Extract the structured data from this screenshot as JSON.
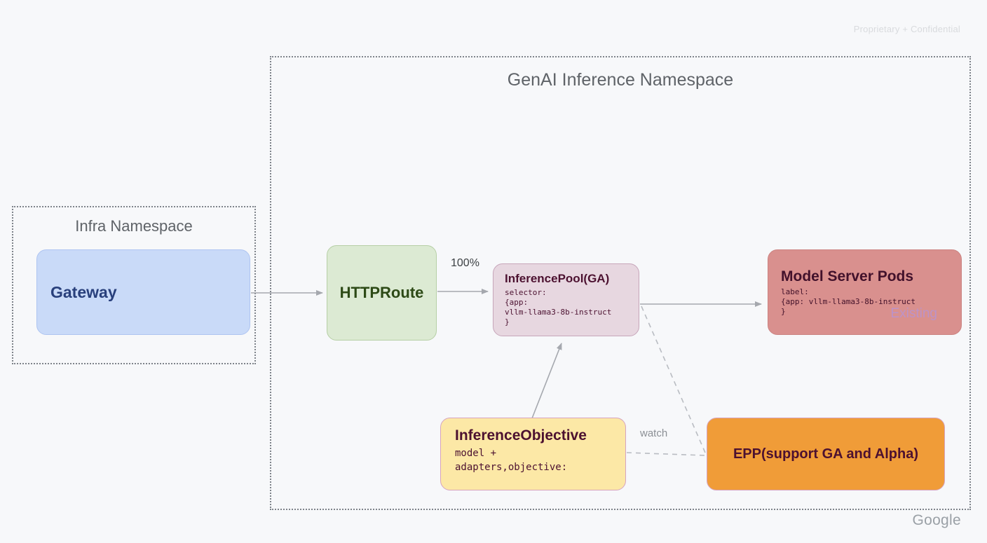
{
  "page": {
    "confidential_label": "Proprietary + Confidential",
    "brand_label": "Google",
    "background_color": "#f7f8fa"
  },
  "containers": {
    "genai_namespace": {
      "title": "GenAI Inference Namespace"
    },
    "infra_namespace": {
      "title": "Infra Namespace"
    }
  },
  "nodes": {
    "gateway": {
      "label": "Gateway",
      "fill": "#c9daf8",
      "text_color": "#29407c"
    },
    "httproute": {
      "label": "HTTPRoute",
      "fill": "#dcead3",
      "text_color": "#2d4a16"
    },
    "inference_pool": {
      "title": "InferencePool(GA)",
      "code_lines": [
        "selector:",
        "{app:",
        "vllm-llama3-8b-instruct",
        "}"
      ],
      "fill": "#e7d7e0",
      "text_color": "#4c1130"
    },
    "model_server_pods": {
      "title": "Model Server Pods",
      "code_lines": [
        "label:",
        "{app: vllm-llama3-8b-instruct",
        "}"
      ],
      "status_label": "Existing",
      "fill": "#d9908e",
      "text_color": "#42112b",
      "status_color": "#bc93c9"
    },
    "inference_objective": {
      "title": "InferenceObjective",
      "code_lines": [
        "model +",
        "adapters,objective:"
      ],
      "fill": "#fce8a6",
      "text_color": "#4c1130"
    },
    "epp": {
      "label": "EPP(support GA and Alpha)",
      "fill": "#f09c38",
      "text_color": "#4c1130"
    }
  },
  "edges": {
    "gateway_to_httproute": {
      "label": ""
    },
    "httproute_to_pool": {
      "label": "100%"
    },
    "pool_to_pods": {
      "label": ""
    },
    "objective_to_pool": {
      "label": ""
    },
    "pool_epp_watch": {
      "label": "watch"
    }
  }
}
